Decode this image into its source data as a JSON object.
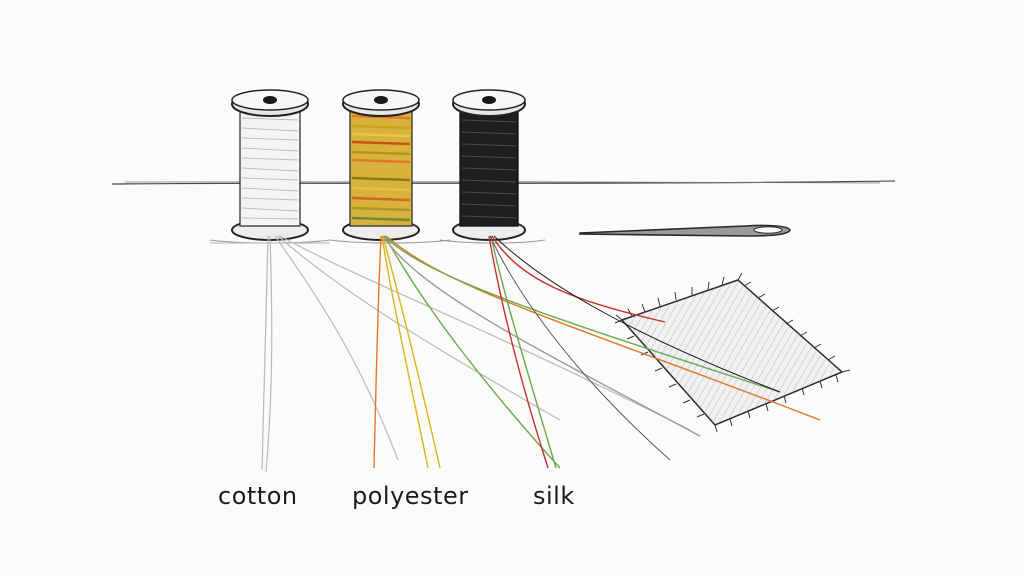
{
  "labels": {
    "cotton": "cotton",
    "polyester": "polyester",
    "silk": "silk"
  },
  "colors": {
    "background": "#fbfbfa",
    "ink": "#1b1b1b",
    "cotton_thread": "#bdbdbd",
    "polyester_yellow": "#d9b21a",
    "polyester_orange": "#e0782a",
    "silk_black": "#1a1a1a",
    "red_thread": "#cc2e2e",
    "green_thread": "#6aa84f",
    "fabric_lines": "#8d8d8d"
  },
  "icons": [
    "cotton-spool",
    "polyester-spool",
    "silk-spool",
    "needle",
    "fabric-swatch"
  ]
}
